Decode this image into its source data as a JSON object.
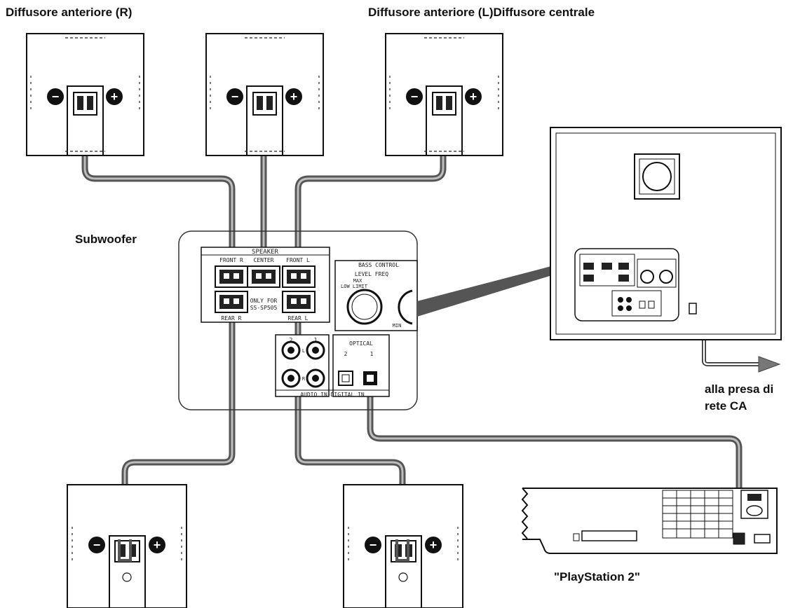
{
  "labels": {
    "front_right": "Diffusore anteriore (R)",
    "front_left_center": "Diffusore anteriore (L)Diffusore centrale",
    "subwoofer": "Subwoofer",
    "mains_line1": "alla presa di",
    "mains_line2": "rete CA",
    "playstation": "\"PlayStation 2\""
  },
  "panel": {
    "speaker": "SPEAKER",
    "front_r": "FRONT R",
    "center": "CENTER",
    "front_l": "FRONT L",
    "rear_r": "REAR R",
    "rear_l": "REAR L",
    "only_for_line1": "ONLY FOR",
    "only_for_line2": "SS-SP505",
    "bass_control": "BASS CONTROL",
    "level_freq": "LEVEL FREQ",
    "max": "MAX",
    "low_limit": "LOW LIMIT",
    "min": "MIN",
    "optical": "OPTICAL",
    "opt_2": "2",
    "opt_1": "1",
    "audio_in_2": "2",
    "audio_in_1": "1",
    "l_mark": "L",
    "r_mark": "R",
    "audio_in_digital_in": "AUDIO IN  DIGITAL IN"
  },
  "speaker_terminals": {
    "minus": "−",
    "plus": "+"
  },
  "colors": {
    "cable": "#555555",
    "cable_highlight": "#bdbdbd",
    "line": "#111111"
  }
}
